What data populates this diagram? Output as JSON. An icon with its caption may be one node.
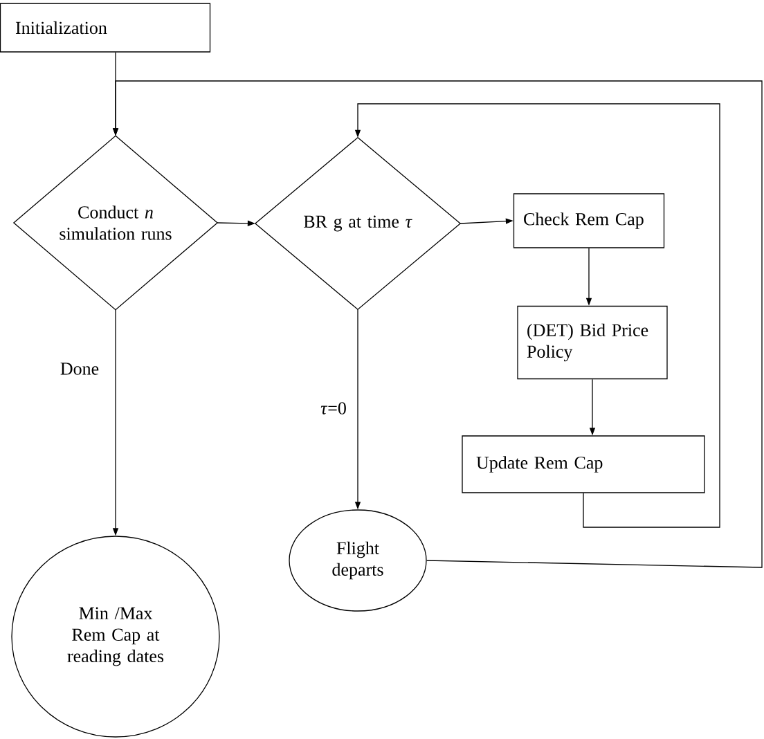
{
  "diagram": {
    "nodes": [
      {
        "text": [
          "Initialization"
        ]
      },
      {
        "text": [
          "Conduct *n* simulation runs"
        ]
      },
      {
        "text": [
          "BR g at time *τ*"
        ]
      },
      {
        "text": [
          "Check Rem Cap"
        ]
      },
      {
        "text": [
          "(DET) Bid Price Policy"
        ]
      },
      {
        "text": [
          "Update Rem Cap"
        ]
      },
      {
        "text": [
          "Flight departs"
        ]
      },
      {
        "text": [
          "Min /Max Rem Cap at reading dates"
        ]
      }
    ],
    "edges": [
      {
        "from": 0,
        "to": 1,
        "arrow": "to"
      },
      {
        "from": 1,
        "to": 7,
        "arrow": "to",
        "label": "Done"
      },
      {
        "from": 1,
        "to": 2,
        "arrow": "to"
      },
      {
        "from": 2,
        "to": 3,
        "arrow": "to"
      },
      {
        "from": 3,
        "to": 4,
        "arrow": "to"
      },
      {
        "from": 4,
        "to": 5,
        "arrow": "to"
      },
      {
        "from": 5,
        "to": 2,
        "arrow": "to"
      },
      {
        "from": 2,
        "to": 6,
        "arrow": "to",
        "label": "*τ*=0"
      },
      {
        "from": 6,
        "to": 1,
        "arrow": "to"
      }
    ]
  }
}
